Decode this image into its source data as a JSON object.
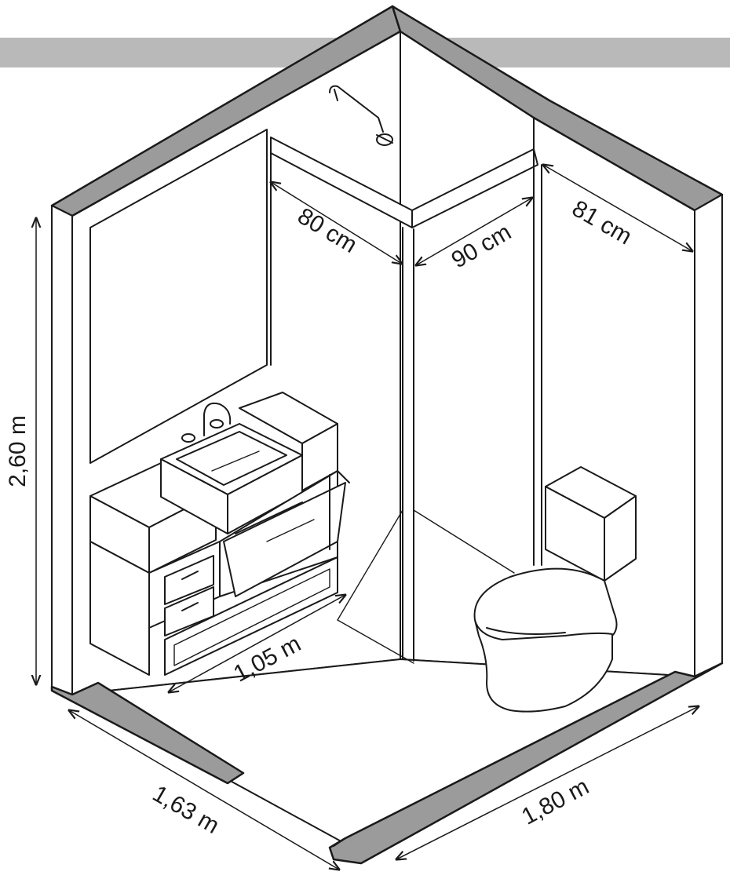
{
  "colors": {
    "line": "#1a1a1a",
    "wall_section": "#9b9b9b",
    "background_band": "#b9b9b9",
    "paper": "#ffffff"
  },
  "icons": [
    "shower-head-icon",
    "faucet-icon",
    "toilet-icon"
  ],
  "dimensions": {
    "height": "2,60 m",
    "left_wall_length": "1,63 m",
    "right_wall_length": "1,80 m",
    "vanity_width": "1,05 m",
    "shower_wall_a": "80 cm",
    "shower_wall_b": "90 cm",
    "toilet_niche": "81 cm"
  }
}
